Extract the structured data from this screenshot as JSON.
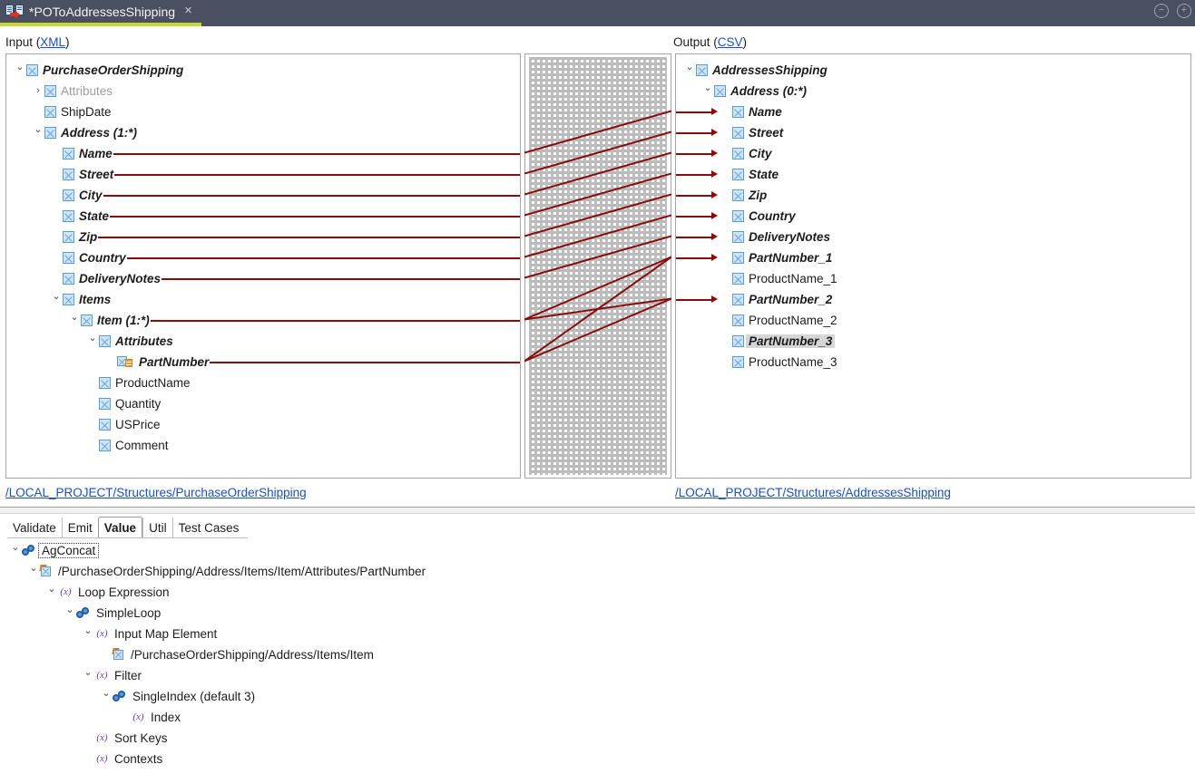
{
  "titlebar": {
    "tab_label": "*POToAddressesShipping",
    "tab_icon": "map-transform-icon",
    "close_glyph": "×",
    "minimize_glyph": "−",
    "maximize_glyph": "+",
    "background": "#4a5061",
    "active_underline": "#c5d92e"
  },
  "input": {
    "header_prefix": "Input (",
    "header_link": "XML",
    "header_suffix": ")",
    "footer_link": "/LOCAL_PROJECT/Structures/PurchaseOrderShipping",
    "nodes": [
      {
        "label": "PurchaseOrderShipping",
        "depth": 0,
        "twisty": "open",
        "icon": "element-icon",
        "mapped": true,
        "dimmed": false,
        "line": false
      },
      {
        "label": "Attributes",
        "depth": 1,
        "twisty": "closed",
        "icon": "element-icon",
        "mapped": false,
        "dimmed": true,
        "line": false
      },
      {
        "label": "ShipDate",
        "depth": 1,
        "twisty": "none",
        "icon": "element-icon",
        "mapped": false,
        "dimmed": false,
        "line": false
      },
      {
        "label": "Address (1:*)",
        "depth": 1,
        "twisty": "open",
        "icon": "element-icon",
        "mapped": true,
        "dimmed": false,
        "line": false
      },
      {
        "label": "Name",
        "depth": 2,
        "twisty": "none",
        "icon": "element-icon",
        "mapped": true,
        "dimmed": false,
        "line": true
      },
      {
        "label": "Street",
        "depth": 2,
        "twisty": "none",
        "icon": "element-icon",
        "mapped": true,
        "dimmed": false,
        "line": true
      },
      {
        "label": "City",
        "depth": 2,
        "twisty": "none",
        "icon": "element-icon",
        "mapped": true,
        "dimmed": false,
        "line": true
      },
      {
        "label": "State",
        "depth": 2,
        "twisty": "none",
        "icon": "element-icon",
        "mapped": true,
        "dimmed": false,
        "line": true
      },
      {
        "label": "Zip",
        "depth": 2,
        "twisty": "none",
        "icon": "element-icon",
        "mapped": true,
        "dimmed": false,
        "line": true
      },
      {
        "label": "Country",
        "depth": 2,
        "twisty": "none",
        "icon": "element-icon",
        "mapped": true,
        "dimmed": false,
        "line": true
      },
      {
        "label": "DeliveryNotes",
        "depth": 2,
        "twisty": "none",
        "icon": "element-icon",
        "mapped": true,
        "dimmed": false,
        "line": true
      },
      {
        "label": "Items",
        "depth": 2,
        "twisty": "open",
        "icon": "element-icon",
        "mapped": true,
        "dimmed": false,
        "line": false
      },
      {
        "label": "Item (1:*)",
        "depth": 3,
        "twisty": "open",
        "icon": "element-icon",
        "mapped": true,
        "dimmed": false,
        "line": true
      },
      {
        "label": "Attributes",
        "depth": 4,
        "twisty": "open",
        "icon": "element-icon",
        "mapped": true,
        "dimmed": false,
        "line": false
      },
      {
        "label": "PartNumber",
        "depth": 5,
        "twisty": "none",
        "icon": "attribute-icon",
        "mapped": true,
        "dimmed": false,
        "line": true
      },
      {
        "label": "ProductName",
        "depth": 4,
        "twisty": "none",
        "icon": "element-icon",
        "mapped": false,
        "dimmed": false,
        "line": false
      },
      {
        "label": "Quantity",
        "depth": 4,
        "twisty": "none",
        "icon": "element-icon",
        "mapped": false,
        "dimmed": false,
        "line": false
      },
      {
        "label": "USPrice",
        "depth": 4,
        "twisty": "none",
        "icon": "element-icon",
        "mapped": false,
        "dimmed": false,
        "line": false
      },
      {
        "label": "Comment",
        "depth": 4,
        "twisty": "none",
        "icon": "element-icon",
        "mapped": false,
        "dimmed": false,
        "line": false
      }
    ]
  },
  "output": {
    "header_prefix": "Output (",
    "header_link": "CSV",
    "header_suffix": ")",
    "footer_link": "/LOCAL_PROJECT/Structures/AddressesShipping",
    "nodes": [
      {
        "label": "AddressesShipping",
        "depth": 0,
        "twisty": "open",
        "icon": "element-icon",
        "mapped": true,
        "selected": false,
        "arrow": false
      },
      {
        "label": "Address (0:*)",
        "depth": 1,
        "twisty": "open",
        "icon": "element-icon",
        "mapped": true,
        "selected": false,
        "arrow": false
      },
      {
        "label": "Name",
        "depth": 2,
        "twisty": "none",
        "icon": "element-icon",
        "mapped": true,
        "selected": false,
        "arrow": true
      },
      {
        "label": "Street",
        "depth": 2,
        "twisty": "none",
        "icon": "element-icon",
        "mapped": true,
        "selected": false,
        "arrow": true
      },
      {
        "label": "City",
        "depth": 2,
        "twisty": "none",
        "icon": "element-icon",
        "mapped": true,
        "selected": false,
        "arrow": true
      },
      {
        "label": "State",
        "depth": 2,
        "twisty": "none",
        "icon": "element-icon",
        "mapped": true,
        "selected": false,
        "arrow": true
      },
      {
        "label": "Zip",
        "depth": 2,
        "twisty": "none",
        "icon": "element-icon",
        "mapped": true,
        "selected": false,
        "arrow": true
      },
      {
        "label": "Country",
        "depth": 2,
        "twisty": "none",
        "icon": "element-icon",
        "mapped": true,
        "selected": false,
        "arrow": true
      },
      {
        "label": "DeliveryNotes",
        "depth": 2,
        "twisty": "none",
        "icon": "element-icon",
        "mapped": true,
        "selected": false,
        "arrow": true
      },
      {
        "label": "PartNumber_1",
        "depth": 2,
        "twisty": "none",
        "icon": "element-icon",
        "mapped": true,
        "selected": false,
        "arrow": true
      },
      {
        "label": "ProductName_1",
        "depth": 2,
        "twisty": "none",
        "icon": "element-icon",
        "mapped": false,
        "selected": false,
        "arrow": false
      },
      {
        "label": "PartNumber_2",
        "depth": 2,
        "twisty": "none",
        "icon": "element-icon",
        "mapped": true,
        "selected": false,
        "arrow": true
      },
      {
        "label": "ProductName_2",
        "depth": 2,
        "twisty": "none",
        "icon": "element-icon",
        "mapped": false,
        "selected": false,
        "arrow": false
      },
      {
        "label": "PartNumber_3",
        "depth": 2,
        "twisty": "none",
        "icon": "element-icon",
        "mapped": true,
        "selected": true,
        "arrow": false
      },
      {
        "label": "ProductName_3",
        "depth": 2,
        "twisty": "none",
        "icon": "element-icon",
        "mapped": false,
        "selected": false,
        "arrow": false
      }
    ]
  },
  "connectors": {
    "line_color": "#8b0b0b",
    "links": [
      {
        "from": "Name",
        "to": "Name"
      },
      {
        "from": "Street",
        "to": "Street"
      },
      {
        "from": "City",
        "to": "City"
      },
      {
        "from": "State",
        "to": "State"
      },
      {
        "from": "Zip",
        "to": "Zip"
      },
      {
        "from": "Country",
        "to": "Country"
      },
      {
        "from": "DeliveryNotes",
        "to": "DeliveryNotes"
      },
      {
        "from": "Item (1:*)",
        "to": "PartNumber_1"
      },
      {
        "from": "Item (1:*)",
        "to": "PartNumber_2"
      },
      {
        "from": "PartNumber",
        "to": "PartNumber_1"
      },
      {
        "from": "PartNumber",
        "to": "PartNumber_2"
      }
    ]
  },
  "bottom": {
    "tabs": [
      {
        "label": "Validate",
        "active": false
      },
      {
        "label": "Emit",
        "active": false
      },
      {
        "label": "Value",
        "active": true
      },
      {
        "label": "Util",
        "active": false
      },
      {
        "label": "Test Cases",
        "active": false
      }
    ],
    "nodes": [
      {
        "label": "AgConcat",
        "depth": 0,
        "twisty": "open",
        "icon": "function-icon",
        "focus": true
      },
      {
        "label": "/PurchaseOrderShipping/Address/Items/Item/Attributes/PartNumber",
        "depth": 1,
        "twisty": "open",
        "icon": "path-icon",
        "focus": false
      },
      {
        "label": "Loop Expression",
        "depth": 2,
        "twisty": "open",
        "icon": "expression-icon",
        "focus": false
      },
      {
        "label": "SimpleLoop",
        "depth": 3,
        "twisty": "open",
        "icon": "function-icon",
        "focus": false
      },
      {
        "label": "Input Map Element",
        "depth": 4,
        "twisty": "open",
        "icon": "expression-icon",
        "focus": false
      },
      {
        "label": "/PurchaseOrderShipping/Address/Items/Item",
        "depth": 5,
        "twisty": "none",
        "icon": "path-icon",
        "focus": false
      },
      {
        "label": "Filter",
        "depth": 4,
        "twisty": "open",
        "icon": "expression-icon",
        "focus": false
      },
      {
        "label": "SingleIndex (default 3)",
        "depth": 5,
        "twisty": "open",
        "icon": "function-icon",
        "focus": false
      },
      {
        "label": "Index",
        "depth": 6,
        "twisty": "none",
        "icon": "expression-icon",
        "focus": false
      },
      {
        "label": "Sort Keys",
        "depth": 4,
        "twisty": "none",
        "icon": "expression-icon",
        "focus": false
      },
      {
        "label": "Contexts",
        "depth": 4,
        "twisty": "none",
        "icon": "expression-icon",
        "focus": false
      }
    ]
  }
}
